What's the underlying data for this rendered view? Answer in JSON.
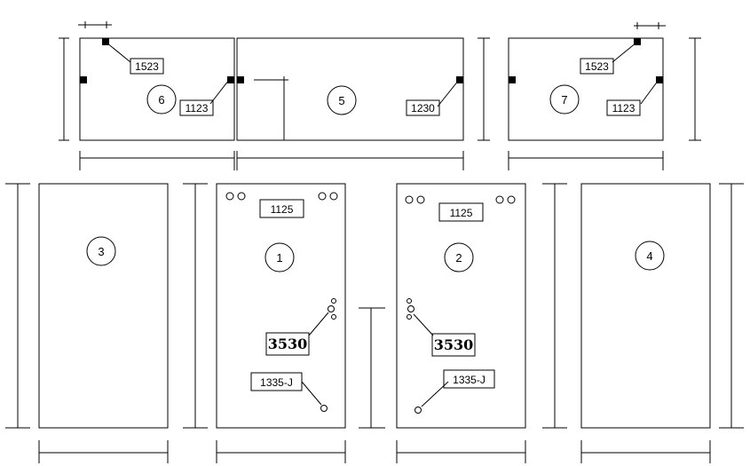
{
  "panels": [
    {
      "id": "panel-6",
      "number": "6"
    },
    {
      "id": "panel-5",
      "number": "5"
    },
    {
      "id": "panel-7",
      "number": "7"
    },
    {
      "id": "panel-3",
      "number": "3"
    },
    {
      "id": "panel-1",
      "number": "1"
    },
    {
      "id": "panel-2",
      "number": "2"
    },
    {
      "id": "panel-4",
      "number": "4"
    }
  ],
  "labels": {
    "p6_top": "1523",
    "p6_side": "1123",
    "p5_side": "1230",
    "p7_top": "1523",
    "p7_side": "1123",
    "p1_top": "1125",
    "p1_mid": "3530",
    "p1_bottom": "1335-J",
    "p2_top": "1125",
    "p2_mid": "3530",
    "p2_bottom": "1335-J"
  }
}
